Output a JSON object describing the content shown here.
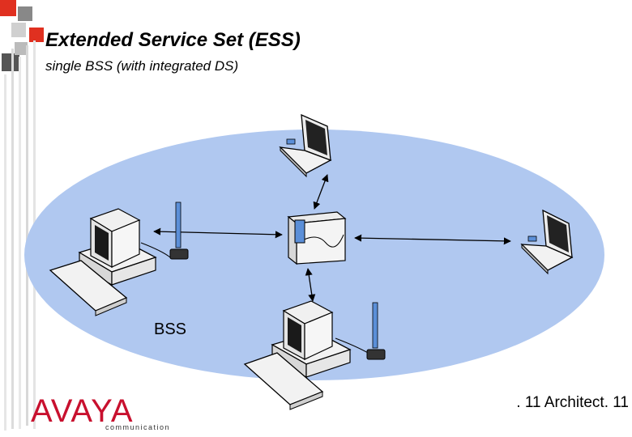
{
  "slide": {
    "title": "Extended Service Set (ESS)",
    "subtitle": "single BSS (with integrated DS)",
    "bss_label": "BSS",
    "footer": ". 11 Architect. 11"
  },
  "logo": {
    "word": "AVAYA",
    "tagline": "communication"
  },
  "colors": {
    "bss_fill": "#b0c8f0",
    "logo_red": "#c8102e",
    "accent_red": "#e03020",
    "accent_gray": "#555555"
  },
  "diagram": {
    "nodes": [
      {
        "id": "laptop-top",
        "kind": "laptop"
      },
      {
        "id": "laptop-right",
        "kind": "laptop"
      },
      {
        "id": "desktop-left",
        "kind": "desktop"
      },
      {
        "id": "desktop-bottom",
        "kind": "desktop"
      },
      {
        "id": "access-point",
        "kind": "access-point"
      }
    ],
    "links": [
      {
        "from": "access-point",
        "to": "laptop-top"
      },
      {
        "from": "access-point",
        "to": "laptop-right"
      },
      {
        "from": "access-point",
        "to": "desktop-left"
      },
      {
        "from": "access-point",
        "to": "desktop-bottom"
      }
    ]
  }
}
